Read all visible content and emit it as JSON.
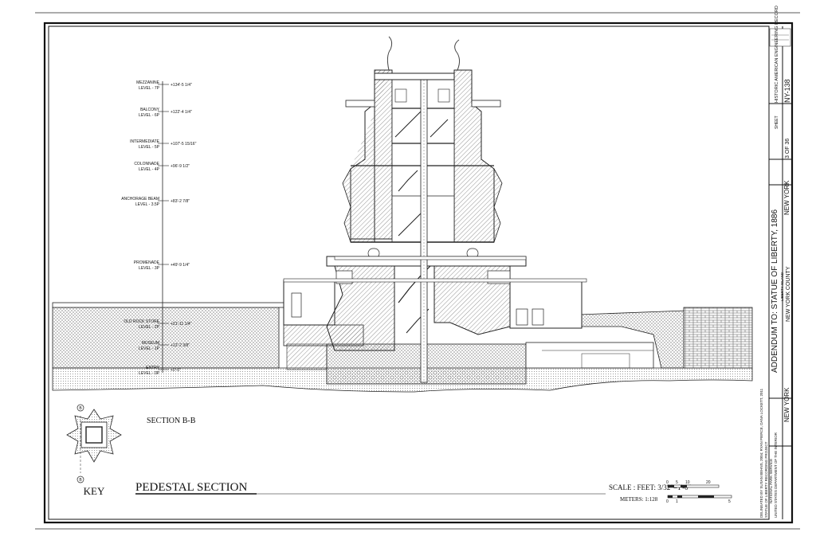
{
  "drawing": {
    "title": "PEDESTAL SECTION",
    "section_label": "SECTION B-B",
    "key_label": "KEY",
    "key_markers": [
      "B",
      "B"
    ],
    "scale_feet_label": "SCALE : FEET: 3/32\"=1'-0\"",
    "scale_feet_ticks": [
      "0",
      "5",
      "10",
      "20"
    ],
    "scale_meters_label": "METERS: 1:128",
    "scale_meters_ticks": [
      "0",
      "1",
      "5"
    ]
  },
  "levels": [
    {
      "name": "MEZZANINE",
      "level": "LEVEL - 7P",
      "elev": "+134'-5 1/4\""
    },
    {
      "name": "BALCONY",
      "level": "LEVEL - 6P",
      "elev": "+122'-4 1/4\""
    },
    {
      "name": "INTERMEDIATE",
      "level": "LEVEL - 5P",
      "elev": "+107'-5 15/16\""
    },
    {
      "name": "COLONNADE",
      "level": "LEVEL - 4P",
      "elev": "+96'-9 1/2\""
    },
    {
      "name": "ANCHORAGE BEAM",
      "level": "LEVEL - 3.5P",
      "elev": "+83'-2 7/8\""
    },
    {
      "name": "PROMENADE",
      "level": "LEVEL - 3P",
      "elev": "+49'-9 1/4\""
    },
    {
      "name": "OLD ROCK STORE",
      "level": "LEVEL - 2P",
      "elev": "+21'-11 1/4\""
    },
    {
      "name": "MUSEUM",
      "level": "LEVEL - 1P",
      "elev": "+12'-2 3/8\""
    },
    {
      "name": "ENTRY",
      "level": "LEVEL - 0P",
      "elev": "+0'-0\""
    }
  ],
  "title_block": {
    "project_title": "ADDENDUM TO: STATUE OF LIBERTY, 1886",
    "location_line": "LIBERTY ISLAND",
    "county": "NEW YORK COUNTY",
    "state": "NEW YORK",
    "state_bottom": "NEW YORK",
    "sheet_label": "SHEET",
    "sheet_number": "3 OF 36",
    "record_label": "HISTORIC AMERICAN ENGINEERING RECORD",
    "record_number": "NY-138",
    "delineator": "DELINEATED BY SUSAN BEHNS, 2004; RYAN PIERCE, DANA LOCKETT, 2011",
    "program": "STATUE OF LIBERTY RECORDING PROJECT",
    "agency": "NATIONAL PARK SERVICE",
    "department": "UNITED STATES DEPARTMENT OF THE INTERIOR"
  }
}
